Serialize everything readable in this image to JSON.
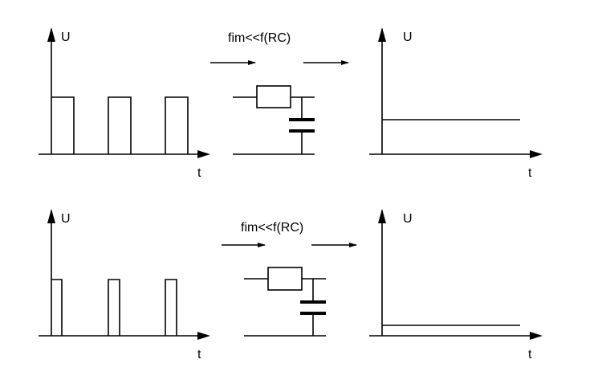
{
  "rows": [
    {
      "input_y_label": "U",
      "input_x_label": "t",
      "condition": "fim<<f(RC)",
      "output_y_label": "U",
      "output_x_label": "t",
      "duty": "wide",
      "output_level": "mid"
    },
    {
      "input_y_label": "U",
      "input_x_label": "t",
      "condition": "fim<<f(RC)",
      "output_y_label": "U",
      "output_x_label": "t",
      "duty": "narrow",
      "output_level": "low"
    }
  ],
  "colors": {
    "stroke": "#000000",
    "background": "#ffffff"
  }
}
